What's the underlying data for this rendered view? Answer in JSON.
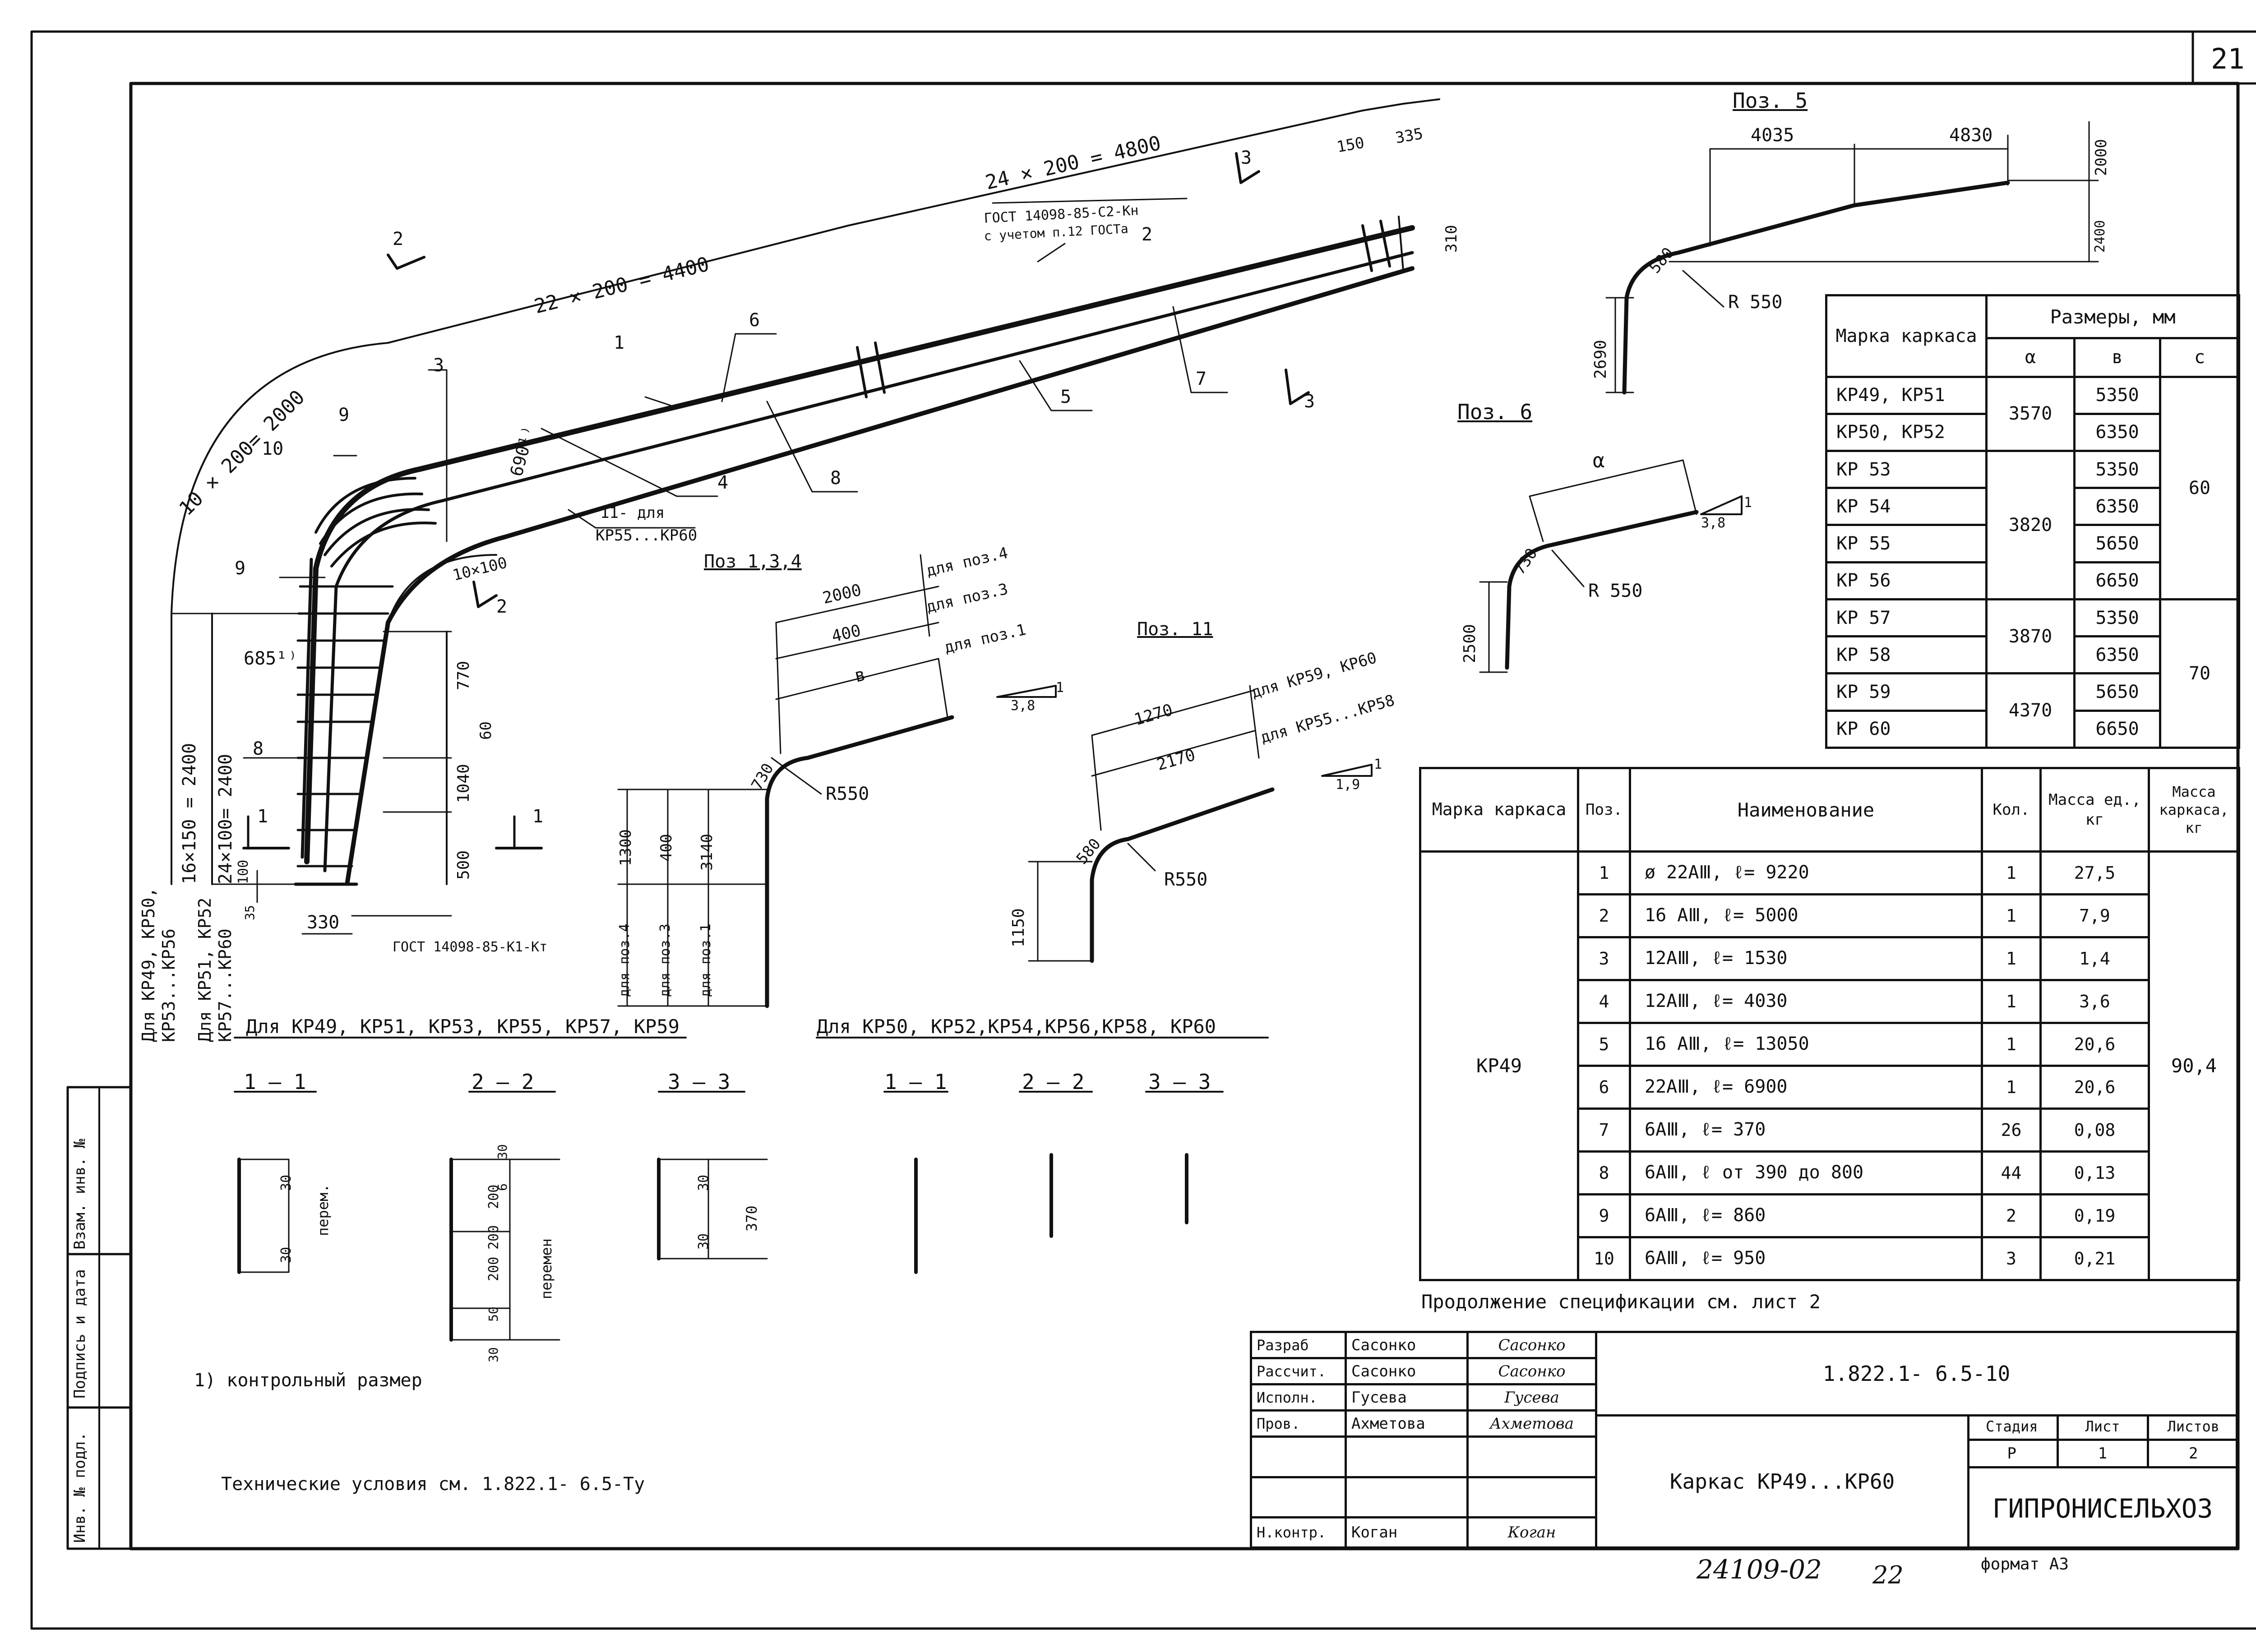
{
  "sheet_number": "21",
  "drawing_code": "1.822.1- 6.5-10",
  "drawing_title": "Каркас КР49...КР60",
  "organization": "ГИПРОНИСЕЛЬХОЗ",
  "stage_block": {
    "headers": [
      "Стадия",
      "Лист",
      "Листов"
    ],
    "values": [
      "Р",
      "1",
      "2"
    ]
  },
  "signatures": [
    {
      "role": "Разраб",
      "name": "Сасонко"
    },
    {
      "role": "Рассчит.",
      "name": "Сасонко"
    },
    {
      "role": "Исполн.",
      "name": "Гусева"
    },
    {
      "role": "Пров.",
      "name": "Ахметова"
    },
    {
      "role": "",
      "name": ""
    },
    {
      "role": "",
      "name": ""
    },
    {
      "role": "Н.контр.",
      "name": "Коган"
    }
  ],
  "left_strip": [
    "Инв. № подл.",
    "Подпись и дата",
    "Взам. инв. №"
  ],
  "footer": {
    "archive_number": "24109-02",
    "page_hw": "22",
    "format": "формат А3"
  },
  "notes": {
    "footnote": "1) контрольный размер",
    "tech_conditions": "Технические условия см. 1.822.1- 6.5-Ту",
    "continuation": "Продолжение спецификации см. лист 2"
  },
  "main_view": {
    "dims": {
      "d1": "24 × 200 = 4800",
      "d2": "22 × 200 = 4400",
      "d3": "10 × 200= 2000",
      "d4": "16×150 = 2400",
      "d5": "24×100= 2400",
      "d6": "150",
      "d7": "335",
      "d8": "310",
      "d9": "690¹⁾",
      "d10": "685¹⁾",
      "d11": "10×100",
      "d12": "770",
      "d13": "1040",
      "d14": "60",
      "d15": "500",
      "d16": "100",
      "d17": "35",
      "d18": "330"
    },
    "gost_top": "ГОСТ 14098-85-С2-Кн",
    "gost_top_note": "с учетом п.12 ГОСТа",
    "gost_bottom": "ГОСТ 14098-85-К1-Кт",
    "note_11": "11- для",
    "note_11b": "КР55...КР60",
    "pos_labels": [
      "1",
      "2",
      "3",
      "4",
      "5",
      "6",
      "7",
      "8",
      "9",
      "10",
      "8",
      "9"
    ],
    "section_marks": [
      "1",
      "1",
      "2",
      "2",
      "3",
      "3"
    ],
    "side_labels": {
      "a": "Для КР49, КР50,",
      "b": "КР53...КР56",
      "c": "Для КР51, КР52",
      "d": "КР57...КР60"
    }
  },
  "pos5": {
    "title": "Поз. 5",
    "dims": [
      "4035",
      "4830",
      "2000",
      "2400",
      "580",
      "2690"
    ],
    "radius": "R 550"
  },
  "pos6": {
    "title": "Поз. 6",
    "dims": [
      "α",
      "730",
      "2500",
      "3,8",
      "1"
    ],
    "radius": "R 550"
  },
  "pos134": {
    "title": "Поз 1,3,4",
    "dims": [
      "2000",
      "400",
      "в",
      "730",
      "1300",
      "400",
      "3140",
      "3,8",
      "1"
    ],
    "labels": [
      "для поз.4",
      "для поз.3",
      "для поз.1"
    ],
    "vert_labels": [
      "для поз.4",
      "для поз.3",
      "для поз.1"
    ],
    "radius": "R550"
  },
  "pos11": {
    "title": "Поз. 11",
    "dims": [
      "1270",
      "2170",
      "580",
      "1150",
      "1,9",
      "1"
    ],
    "labels": [
      "для КР59, КР60",
      "для КР55...КР58"
    ],
    "radius": "R550"
  },
  "sections_a": {
    "title": "Для КР49, КР51, КР53, КР55, КР57, КР59",
    "labels": [
      "1 — 1",
      "2 — 2",
      "3 — 3"
    ],
    "dims": [
      "30",
      "30",
      "перем.",
      "30",
      "200",
      "6",
      "200",
      "200",
      "50",
      "30",
      "перемен",
      "30",
      "30",
      "370"
    ]
  },
  "sections_b": {
    "title": "Для КР50, КР52,КР54,КР56,КР58, КР60",
    "labels": [
      "1 — 1",
      "2 — 2",
      "3 — 3"
    ]
  },
  "size_table": {
    "header_mark": "Марка каркаса",
    "header_sizes": "Размеры, мм",
    "sub_headers": [
      "α",
      "в",
      "с"
    ],
    "rows": [
      {
        "mark": "КР49, КР51",
        "b": "5350"
      },
      {
        "mark": "КР50, КР52",
        "b": "6350"
      },
      {
        "mark": "КР 53",
        "b": "5350"
      },
      {
        "mark": "КР 54",
        "b": "6350"
      },
      {
        "mark": "КР 55",
        "b": "5650"
      },
      {
        "mark": "КР 56",
        "b": "6650"
      },
      {
        "mark": "КР 57",
        "b": "5350"
      },
      {
        "mark": "КР 58",
        "b": "6350"
      },
      {
        "mark": "КР 59",
        "b": "5650"
      },
      {
        "mark": "КР 60",
        "b": "6650"
      }
    ],
    "a_values": [
      "3570",
      "3820",
      "3870",
      "4370"
    ],
    "c_values": [
      "60",
      "70"
    ]
  },
  "spec_table": {
    "headers": [
      "Марка каркаса",
      "Поз.",
      "Наименование",
      "Кол.",
      "Масса ед., кг",
      "Масса каркаса, кг"
    ],
    "mark": "КР49",
    "total_mass": "90,4",
    "rows": [
      {
        "pos": "1",
        "name": "ø 22АⅢ, ℓ= 9220",
        "qty": "1",
        "mass": "27,5"
      },
      {
        "pos": "2",
        "name": "16 АⅢ, ℓ= 5000",
        "qty": "1",
        "mass": "7,9"
      },
      {
        "pos": "3",
        "name": "12АⅢ, ℓ= 1530",
        "qty": "1",
        "mass": "1,4"
      },
      {
        "pos": "4",
        "name": "12АⅢ, ℓ= 4030",
        "qty": "1",
        "mass": "3,6"
      },
      {
        "pos": "5",
        "name": "16 АⅢ, ℓ= 13050",
        "qty": "1",
        "mass": "20,6"
      },
      {
        "pos": "6",
        "name": "22АⅢ, ℓ= 6900",
        "qty": "1",
        "mass": "20,6"
      },
      {
        "pos": "7",
        "name": "6АⅢ, ℓ= 370",
        "qty": "26",
        "mass": "0,08"
      },
      {
        "pos": "8",
        "name": "6АⅢ, ℓ от 390 до 800",
        "qty": "44",
        "mass": "0,13"
      },
      {
        "pos": "9",
        "name": "6АⅢ, ℓ= 860",
        "qty": "2",
        "mass": "0,19"
      },
      {
        "pos": "10",
        "name": "6АⅢ, ℓ= 950",
        "qty": "3",
        "mass": "0,21"
      }
    ]
  }
}
